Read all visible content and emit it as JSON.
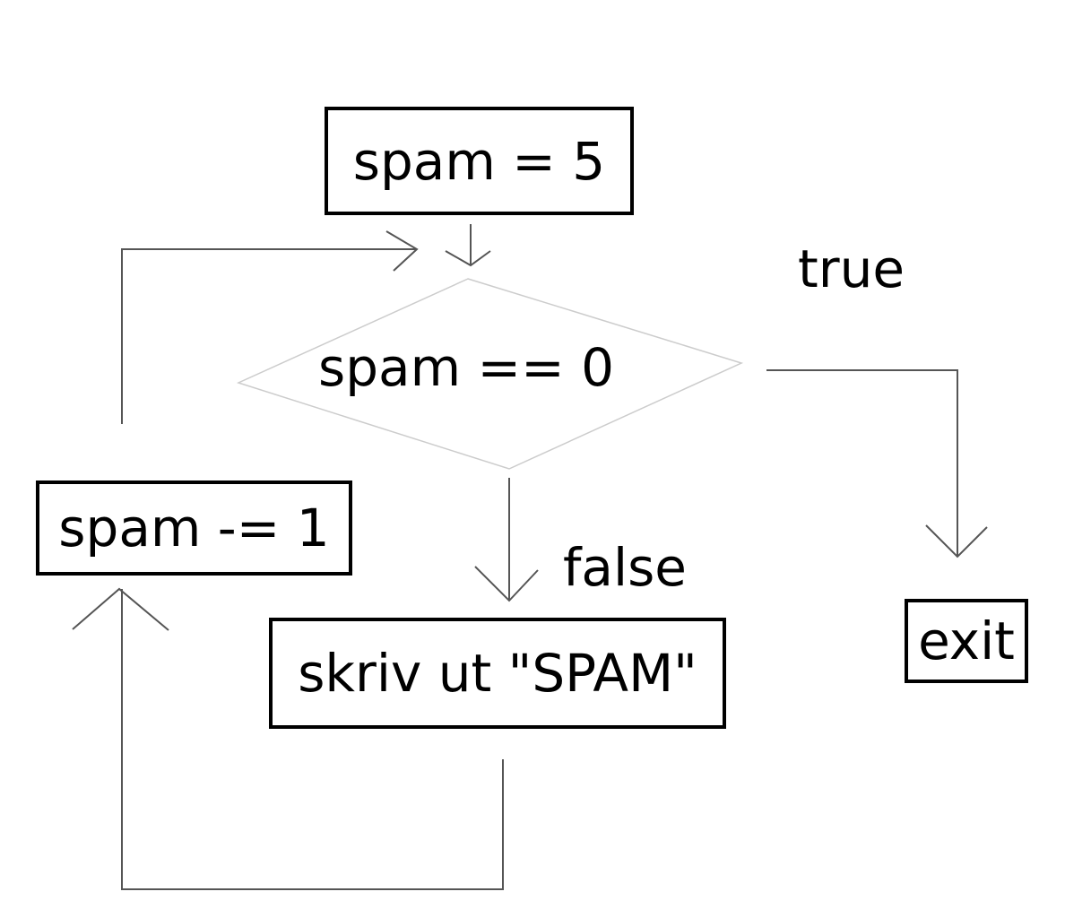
{
  "nodes": {
    "init": "spam = 5",
    "condition": "spam == 0",
    "print": "skriv ut \"SPAM\"",
    "decrement": "spam -= 1",
    "exit": "exit"
  },
  "edge_labels": {
    "true": "true",
    "false": "false"
  },
  "colors": {
    "box_border": "#000000",
    "connector": "#555555",
    "diamond_outline": "#cccccc",
    "text": "#000000",
    "background": "#ffffff"
  }
}
